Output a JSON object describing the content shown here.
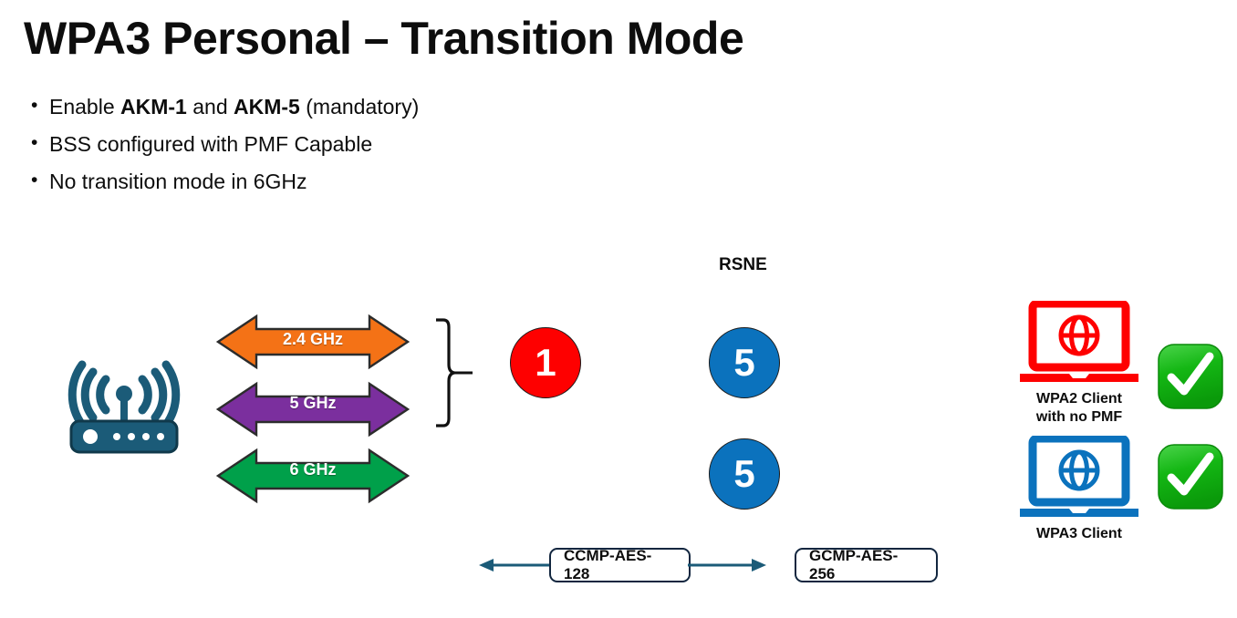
{
  "slide": {
    "title": "WPA3 Personal – Transition Mode",
    "bullets": [
      {
        "marker": "•",
        "pre": "Enable ",
        "bold1": "AKM-1",
        "mid": " and ",
        "bold2": "AKM-5",
        "post": " (mandatory)"
      },
      {
        "marker": "•",
        "pre": "BSS configured with PMF Capable",
        "bold1": "",
        "mid": "",
        "bold2": "",
        "post": ""
      },
      {
        "marker": "•",
        "pre": "No transition mode in 6GHz",
        "bold1": "",
        "mid": "",
        "bold2": "",
        "post": ""
      }
    ]
  },
  "diagram": {
    "router": {
      "icon": "wifi-router-icon",
      "color": "#1b5b78"
    },
    "bands": [
      {
        "label": "2.4 GHz",
        "color": "#f47216",
        "outline": "#2c2c2c"
      },
      {
        "label": "5 GHz",
        "color": "#7b2f9e",
        "outline": "#2c2c2c"
      },
      {
        "label": "6 GHz",
        "color": "#00a04a",
        "outline": "#2c2c2c"
      }
    ],
    "brace": {
      "icon": "curly-brace-icon",
      "color": "#111111"
    },
    "rsne_label": "RSNE",
    "akm_circles": [
      {
        "value": "1",
        "color": "#fe0000",
        "name": "akm-1-circle"
      },
      {
        "value": "5",
        "color": "#0b72bd",
        "name": "akm-5-circle-upper"
      },
      {
        "value": "5",
        "color": "#0b72bd",
        "name": "akm-5-circle-lower"
      }
    ],
    "ciphers": [
      {
        "label": "CCMP-AES-128",
        "name": "ccmp-aes-128-box"
      },
      {
        "label": "GCMP-AES-256",
        "name": "gcmp-aes-256-box"
      }
    ],
    "connector_color": "#1b5b78",
    "clients": [
      {
        "label": "WPA2 Client\nwith no PMF",
        "laptop_color": "#fe0000",
        "icon": "laptop-globe-icon",
        "status": "allowed",
        "status_icon": "green-check-icon",
        "status_color": "#19b519"
      },
      {
        "label": "WPA3 Client",
        "laptop_color": "#0b72bd",
        "icon": "laptop-globe-icon",
        "status": "allowed",
        "status_icon": "green-check-icon",
        "status_color": "#19b519"
      }
    ]
  }
}
